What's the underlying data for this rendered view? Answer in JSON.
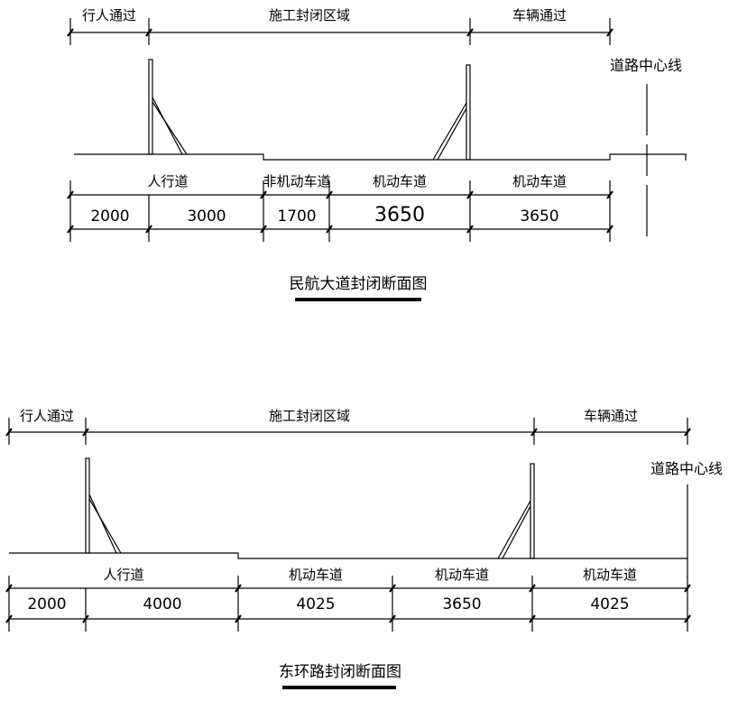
{
  "sections": [
    {
      "id": "minhang",
      "zones": [
        "行人通过",
        "施工封闭区域",
        "车辆通过"
      ],
      "centerline_label": "道路中心线",
      "lanes": [
        "人行道",
        "非机动车道",
        "机动车道",
        "机动车道"
      ],
      "widths": [
        "2000",
        "3000",
        "1700",
        "3650",
        "3650"
      ],
      "title": "民航大道封闭断面图"
    },
    {
      "id": "donghuan",
      "zones": [
        "行人通过",
        "施工封闭区域",
        "车辆通过"
      ],
      "centerline_label": "道路中心线",
      "lanes": [
        "人行道",
        "机动车道",
        "机动车道",
        "机动车道"
      ],
      "widths": [
        "2000",
        "4000",
        "4025",
        "3650",
        "4025"
      ],
      "title": "东环路封闭断面图"
    }
  ],
  "colors": {
    "line": "#000000",
    "background": "#ffffff"
  }
}
